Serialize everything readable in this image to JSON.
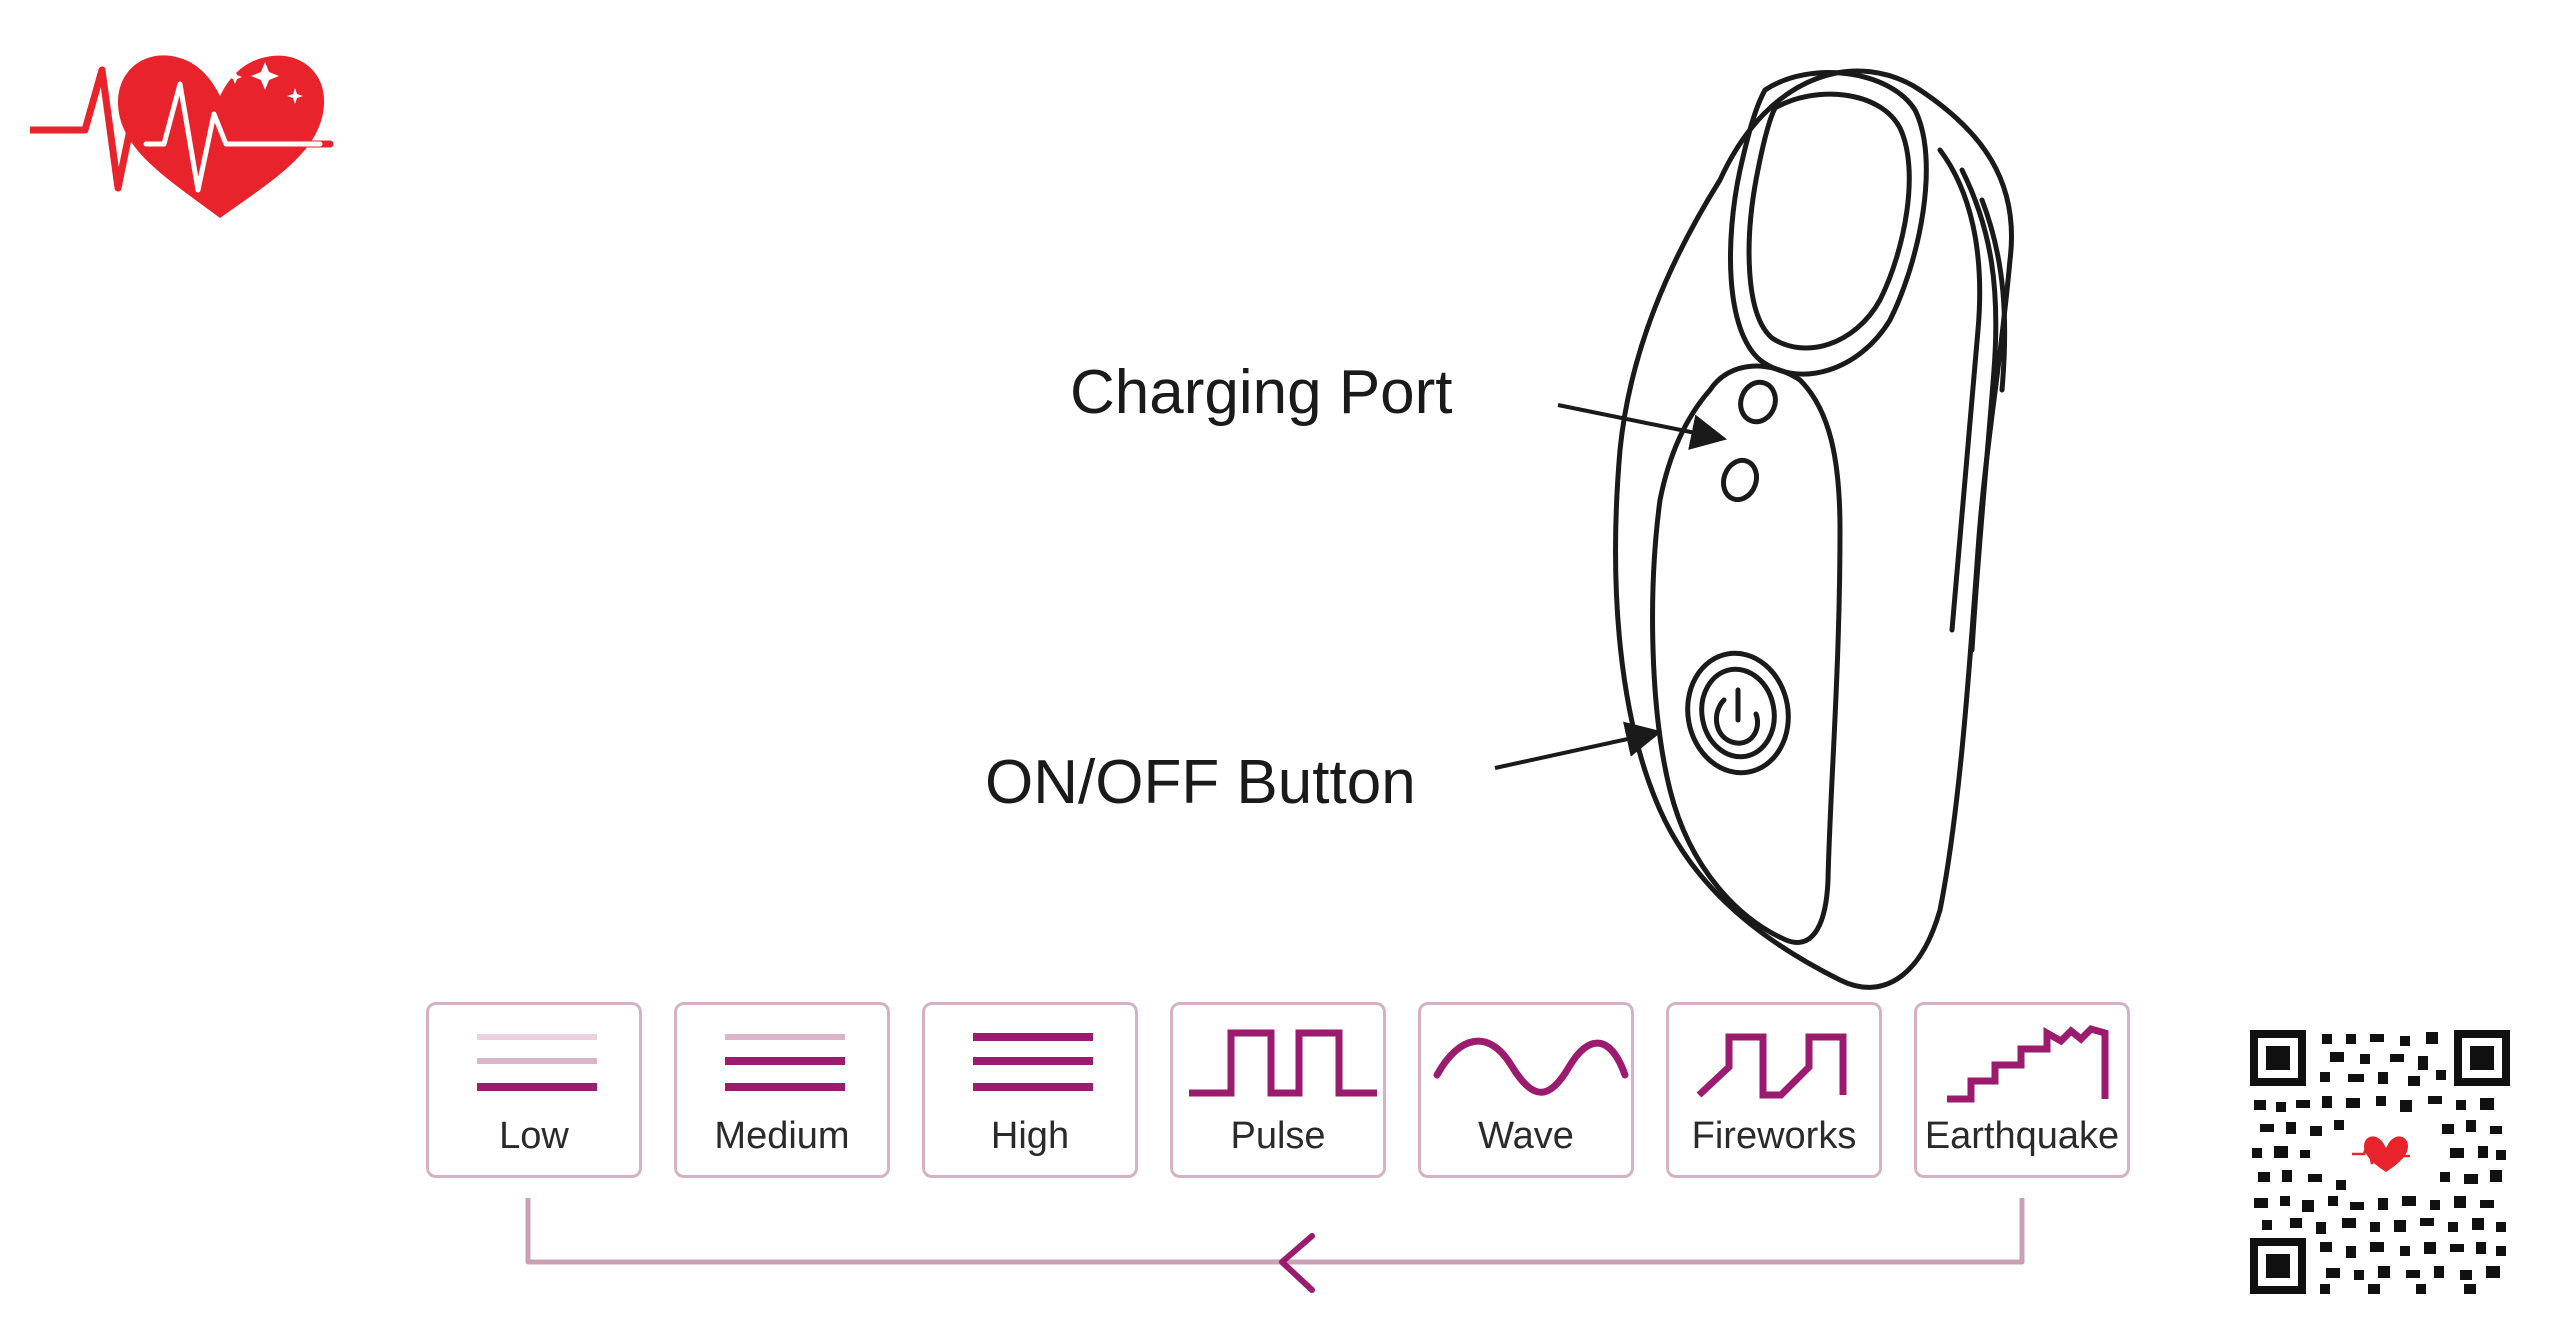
{
  "callouts": {
    "charging_port": "Charging Port",
    "on_off_button": "ON/OFF Button"
  },
  "modes": [
    {
      "label": "Low",
      "icon": "low-intensity-icon"
    },
    {
      "label": "Medium",
      "icon": "medium-intensity-icon"
    },
    {
      "label": "High",
      "icon": "high-intensity-icon"
    },
    {
      "label": "Pulse",
      "icon": "pulse-wave-icon"
    },
    {
      "label": "Wave",
      "icon": "sine-wave-icon"
    },
    {
      "label": "Fireworks",
      "icon": "fireworks-wave-icon"
    },
    {
      "label": "Earthquake",
      "icon": "earthquake-wave-icon"
    }
  ],
  "colors": {
    "accent": "#9b1c6e",
    "accent_light": "#d4aac0",
    "logo_red": "#e8232b",
    "box_border": "#d4b2c4",
    "cycle_line": "#c9a0b6"
  },
  "icons": {
    "logo": "heartbeat-heart-logo",
    "power": "power-icon",
    "qr": "qr-code"
  }
}
